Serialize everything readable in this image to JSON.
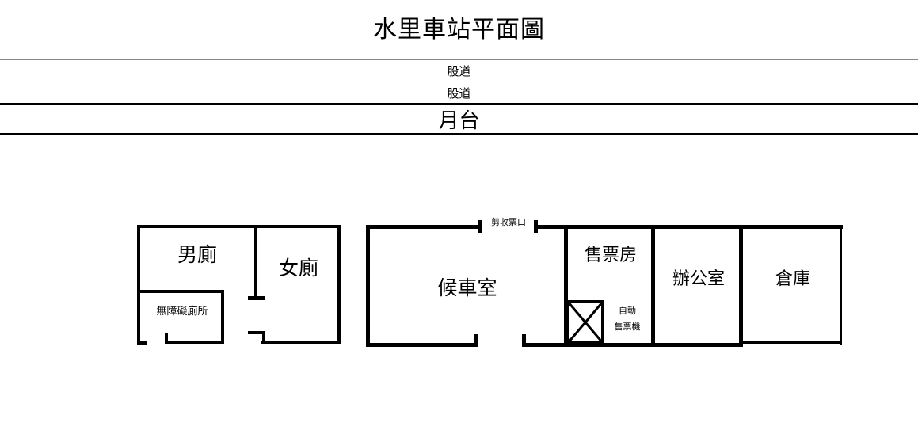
{
  "title": "水里車站平面圖",
  "tracks": [
    {
      "label": "股道"
    },
    {
      "label": "股道"
    }
  ],
  "platform": {
    "label": "月台"
  },
  "restroom_block": {
    "mens": {
      "label": "男廁"
    },
    "accessible": {
      "label": "無障礙廁所"
    },
    "womens": {
      "label": "女廁"
    }
  },
  "station_block": {
    "waiting_room": {
      "label": "候車室"
    },
    "ticket_gate": {
      "label": "剪收票口"
    },
    "ticket_office": {
      "label": "售票房"
    },
    "ticket_machine": {
      "label_line1": "自動",
      "label_line2": "售票機"
    },
    "office": {
      "label": "辦公室"
    },
    "warehouse": {
      "label": "倉庫"
    }
  },
  "colors": {
    "wall": "#000000",
    "track_line": "#878787",
    "background": "#ffffff",
    "text": "#000000"
  }
}
